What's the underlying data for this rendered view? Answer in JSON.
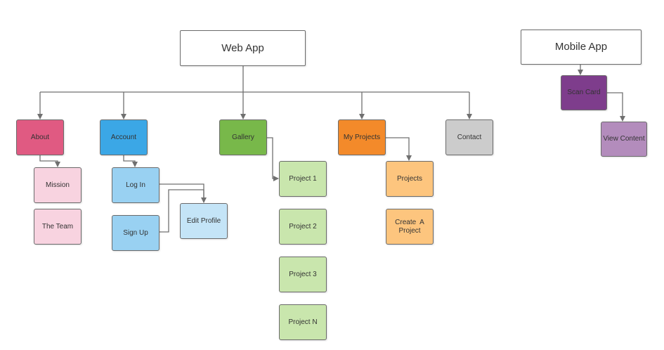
{
  "diagram": {
    "nodes": {
      "web_app": {
        "label": "Web App",
        "color": "#ffffff"
      },
      "mobile_app": {
        "label": "Mobile App",
        "color": "#ffffff"
      },
      "about": {
        "label": "About",
        "color": "#e05a82"
      },
      "account": {
        "label": "Account",
        "color": "#3ba7e6"
      },
      "gallery": {
        "label": "Gallery",
        "color": "#78b84a"
      },
      "my_projects": {
        "label": "My Projects",
        "color": "#f38a2a"
      },
      "contact": {
        "label": "Contact",
        "color": "#cccccc"
      },
      "scan_card": {
        "label": "Scan Card",
        "color": "#7e3d8c"
      },
      "view_content": {
        "label": "View Content",
        "color": "#b38cbc"
      },
      "mission": {
        "label": "Mission",
        "color": "#f8d3e0"
      },
      "the_team": {
        "label": "The Team",
        "color": "#f8d3e0"
      },
      "log_in": {
        "label": "Log In",
        "color": "#99d1f2"
      },
      "sign_up": {
        "label": "Sign Up",
        "color": "#99d1f2"
      },
      "edit_profile": {
        "label": "Edit Profile",
        "color": "#c4e4f7"
      },
      "project_1": {
        "label": "Project 1",
        "color": "#c9e6ad"
      },
      "project_2": {
        "label": "Project 2",
        "color": "#c9e6ad"
      },
      "project_3": {
        "label": "Project 3",
        "color": "#c9e6ad"
      },
      "project_n": {
        "label": "Project N",
        "color": "#c9e6ad"
      },
      "projects": {
        "label": "Projects",
        "color": "#fdc57e"
      },
      "create_a_project": {
        "label": "Create  A Project",
        "color": "#fdc57e"
      }
    },
    "edge_color": "#707070"
  }
}
